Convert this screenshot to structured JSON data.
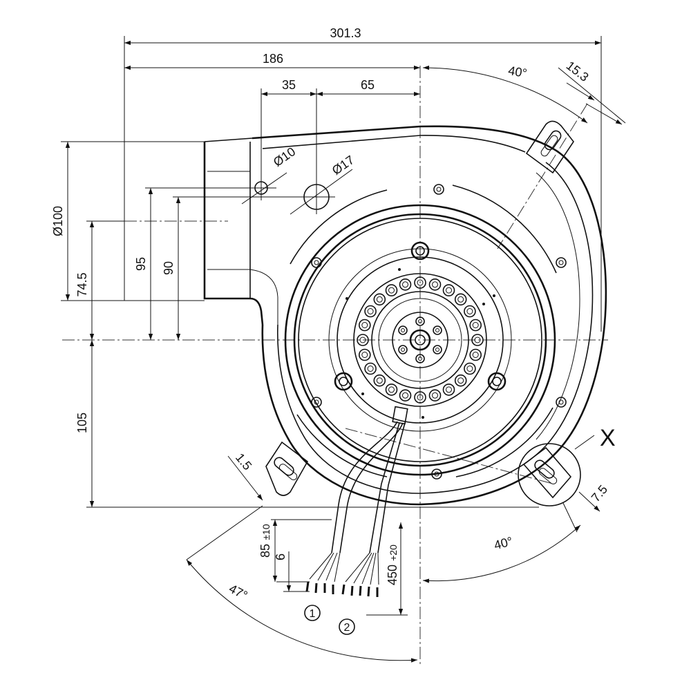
{
  "drawing": {
    "dimensions": {
      "overall_width": "301.3",
      "width_to_axis": "186",
      "outlet_offset": "35",
      "hole_to_axis": "65",
      "angle_top": "40°",
      "flange_thickness_top": "15.3",
      "hole_small": "Ø10",
      "hole_large": "Ø17",
      "outlet_diameter": "Ø100",
      "height_95": "95",
      "height_90": "90",
      "height_74_5": "74.5",
      "height_105": "105",
      "flange_gap": "1.5",
      "wire_strip": "85",
      "wire_strip_tol": "±10",
      "wire_end": "6",
      "cable_length": "450",
      "cable_length_tol": "+20",
      "angle_left": "47°",
      "angle_right": "40°",
      "flange_thickness_right": "7.5"
    },
    "detail_label": "X",
    "callouts": [
      "1",
      "2"
    ]
  }
}
